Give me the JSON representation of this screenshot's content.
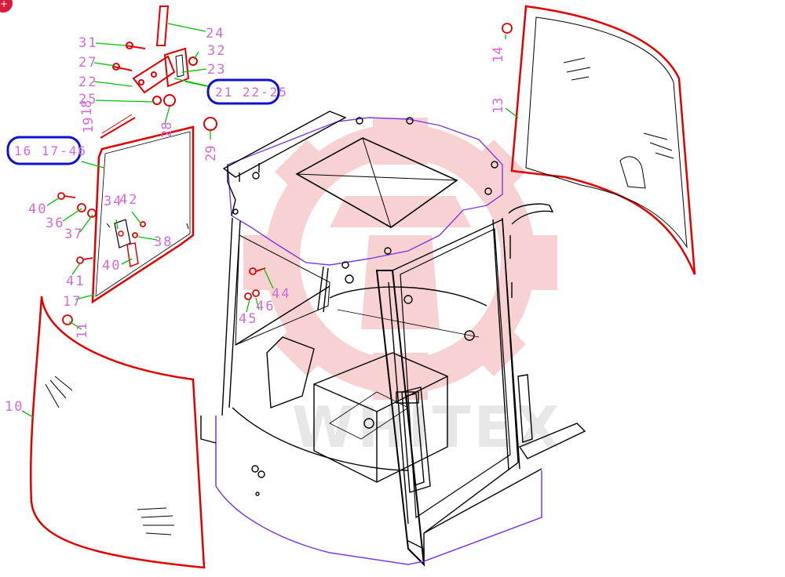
{
  "diagram": {
    "watermark": "WHITEX",
    "colors": {
      "part_outline": "#e00000",
      "cab_outline": "#7a3ce0",
      "frame": "#000000",
      "leader": "#00c000",
      "callout_text": "#d36bd8",
      "group_badge": "#1010d0",
      "logo_tint": "#f4b8b8"
    },
    "callouts": {
      "c24": "24",
      "c31": "31",
      "c32": "32",
      "c27": "27",
      "c23": "23",
      "c22": "22",
      "c25": "25",
      "c18": "18",
      "c19": "19",
      "c28": "28",
      "c29": "29",
      "c14": "14",
      "c13": "13",
      "c40a": "40",
      "c36": "36",
      "c37": "37",
      "c34": "34",
      "c42": "42",
      "c38": "38",
      "c40b": "40",
      "c41": "41",
      "c17": "17",
      "c11": "11",
      "c10": "10",
      "c44": "44",
      "c45": "45",
      "c46": "46"
    },
    "groups": {
      "g1": "21 22-25",
      "g2": "16 17-46"
    },
    "corner_badge": "+"
  }
}
